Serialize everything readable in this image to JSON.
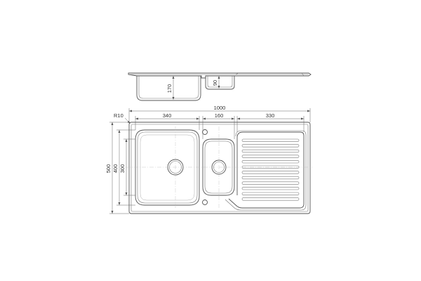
{
  "drawing": {
    "section_view": {
      "depth_main_bowl": "170",
      "depth_small_bowl": "90"
    },
    "plan_view": {
      "corner_radius": "R10",
      "overall_width": "1000",
      "main_bowl_width": "340",
      "small_bowl_width": "160",
      "drainer_width": "330",
      "overall_depth": "500",
      "inner_depth": "400",
      "bowl_depth": "300"
    }
  }
}
